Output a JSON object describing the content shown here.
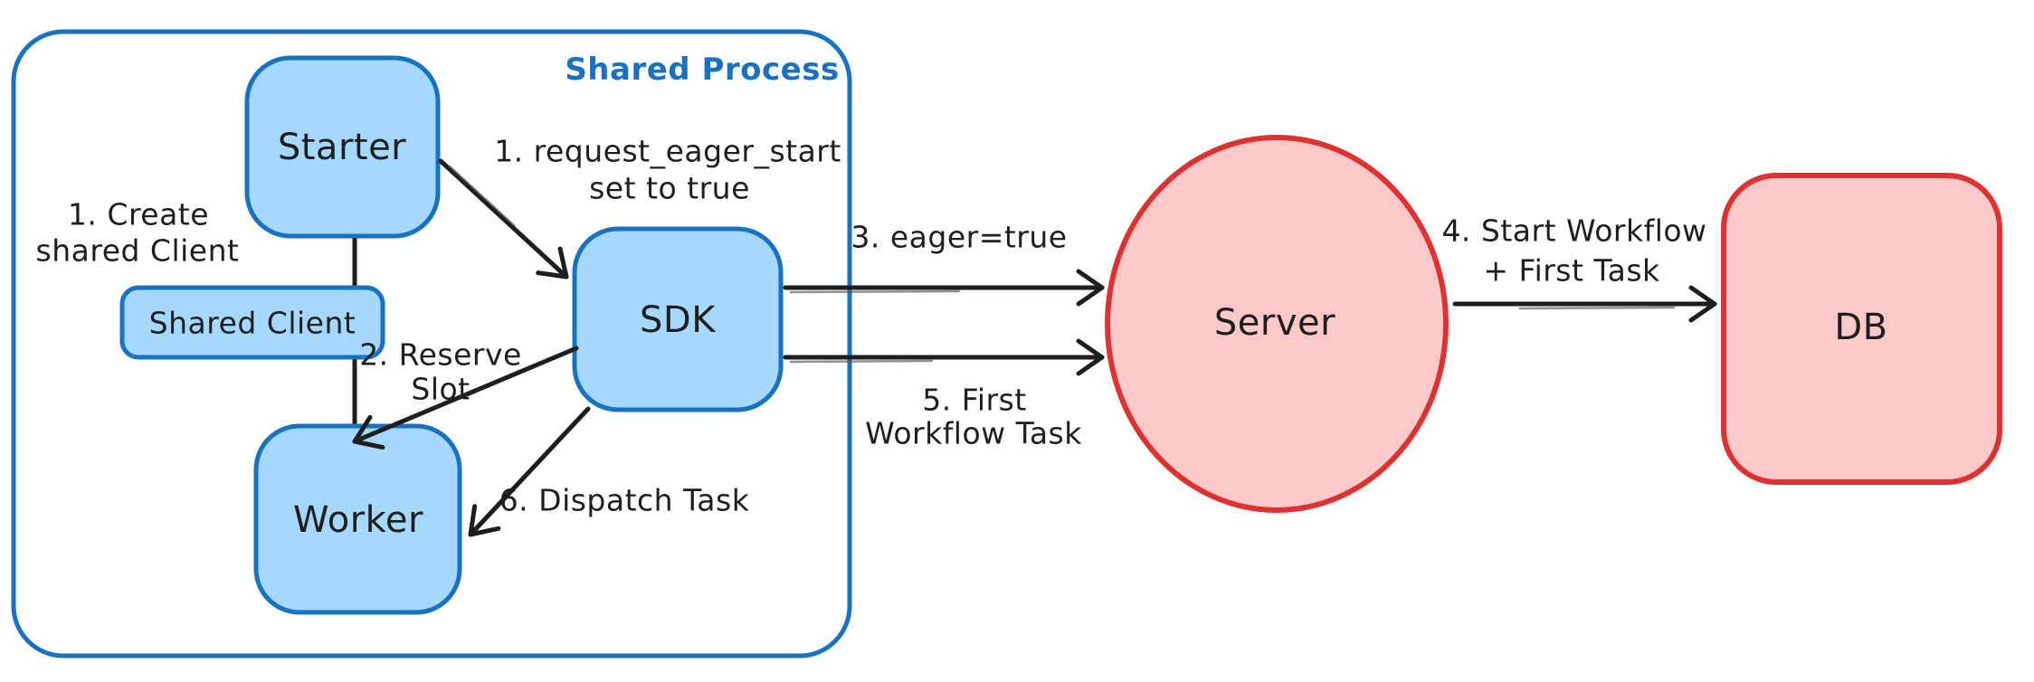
{
  "diagram": {
    "container": {
      "label": "Shared Process"
    },
    "nodes": {
      "starter": {
        "label": "Starter"
      },
      "shared_client": {
        "label": "Shared Client"
      },
      "worker": {
        "label": "Worker"
      },
      "sdk": {
        "label": "SDK"
      },
      "server": {
        "label": "Server"
      },
      "db": {
        "label": "DB"
      }
    },
    "annotations": {
      "create_shared_client": {
        "line1": "1. Create",
        "line2": "shared Client"
      },
      "request_eager_start": {
        "line1": "1. request_eager_start",
        "line2": "set to true"
      },
      "reserve_slot": {
        "line1": "2. Reserve",
        "line2": "Slot"
      },
      "eager_true": {
        "text": "3. eager=true"
      },
      "start_workflow": {
        "line1": "4. Start Workflow",
        "line2": "+ First Task"
      },
      "first_workflow_task": {
        "line1": "5. First",
        "line2": "Workflow Task"
      },
      "dispatch_task": {
        "text": "6. Dispatch Task"
      }
    },
    "colors": {
      "blue_stroke": "#1971c2",
      "blue_fill": "#a5d8ff",
      "red_stroke": "#e03131",
      "red_fill": "#ffc9c9",
      "ink": "#1e1e1e"
    }
  }
}
